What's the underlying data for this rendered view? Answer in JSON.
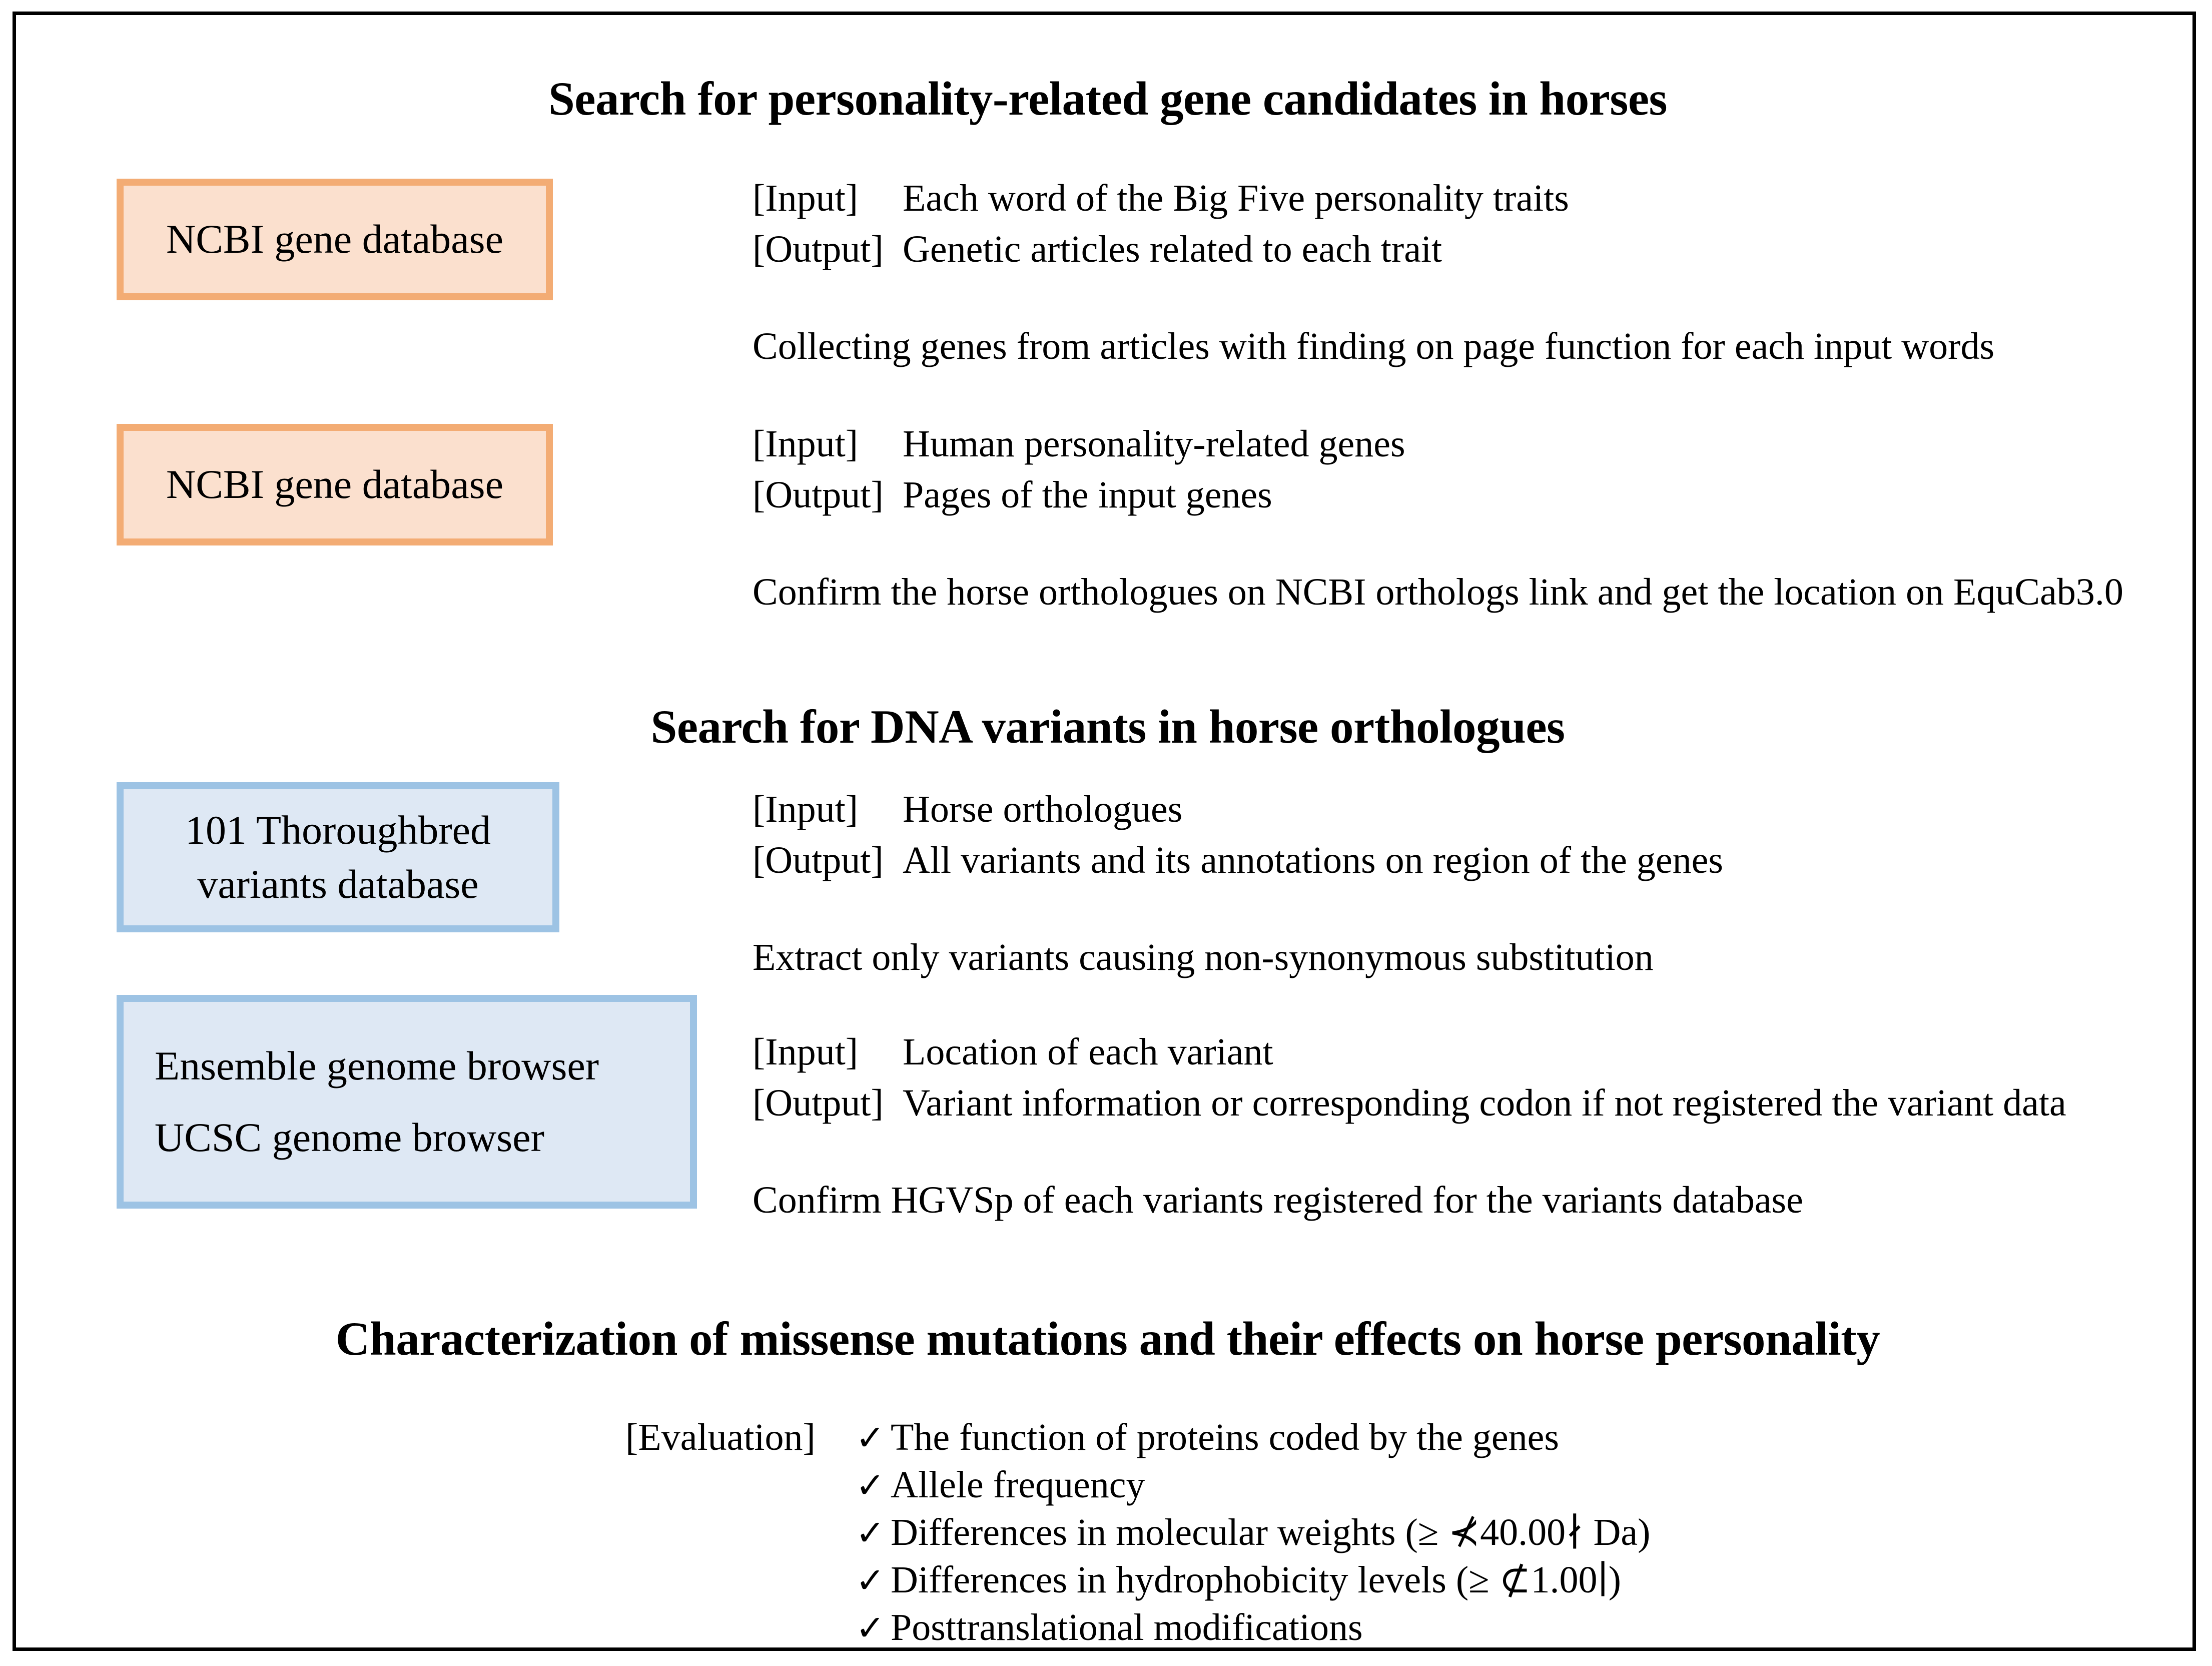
{
  "figure": {
    "sections": [
      {
        "heading": "Search for personality-related gene candidates in horses",
        "steps": [
          {
            "box": {
              "lines": [
                "NCBI gene database"
              ],
              "color": "#FBE0CE",
              "border_color": "#F3AC74"
            },
            "input_tag": "[Input]",
            "input_value": "Each word of the Big Five personality traits",
            "output_tag": "[Output]",
            "output_value": "Genetic articles related to each trait",
            "note": "Collecting genes from articles with finding on page function for each input words"
          },
          {
            "box": {
              "lines": [
                "NCBI gene database"
              ],
              "color": "#FBE0CE",
              "border_color": "#F3AC74"
            },
            "input_tag": "[Input]",
            "input_value": "Human personality-related genes",
            "output_tag": "[Output]",
            "output_value": "Pages of the input genes",
            "note": "Confirm the horse orthologues on NCBI orthologs link and get the location on EquCab3.0"
          }
        ]
      },
      {
        "heading": "Search for DNA variants in horse orthologues",
        "steps": [
          {
            "box": {
              "lines": [
                "101 Thoroughbred",
                "variants database"
              ],
              "color": "#DEE8F4",
              "border_color": "#9DC3E4"
            },
            "input_tag": "[Input]",
            "input_value": "Horse orthologues",
            "output_tag": "[Output]",
            "output_value": "All variants and its annotations on region of the genes",
            "note": "Extract only variants causing non-synonymous substitution"
          },
          {
            "box": {
              "lines": [
                "Ensemble genome browser",
                "UCSC genome browser"
              ],
              "color": "#DEE8F4",
              "border_color": "#9DC3E4"
            },
            "input_tag": "[Input]",
            "input_value": "Location of each variant",
            "output_tag": "[Output]",
            "output_value": "Variant information or corresponding codon if not registered the variant data",
            "note": "Confirm HGVSp of each variants registered for the variants database"
          }
        ]
      },
      {
        "heading": "Characterization of missense mutations and their effects on horse personality",
        "evaluation": {
          "label": "[Evaluation]",
          "check_glyph": "✓",
          "items": [
            "The function of proteins coded by the genes",
            "Allele frequency",
            "Differences in molecular weights (≥ ⊀40.00∤ Da)",
            "Differences in hydrophobicity levels (≥ ⊄1.00∣)",
            "Posttranslational modifications"
          ]
        }
      }
    ]
  }
}
